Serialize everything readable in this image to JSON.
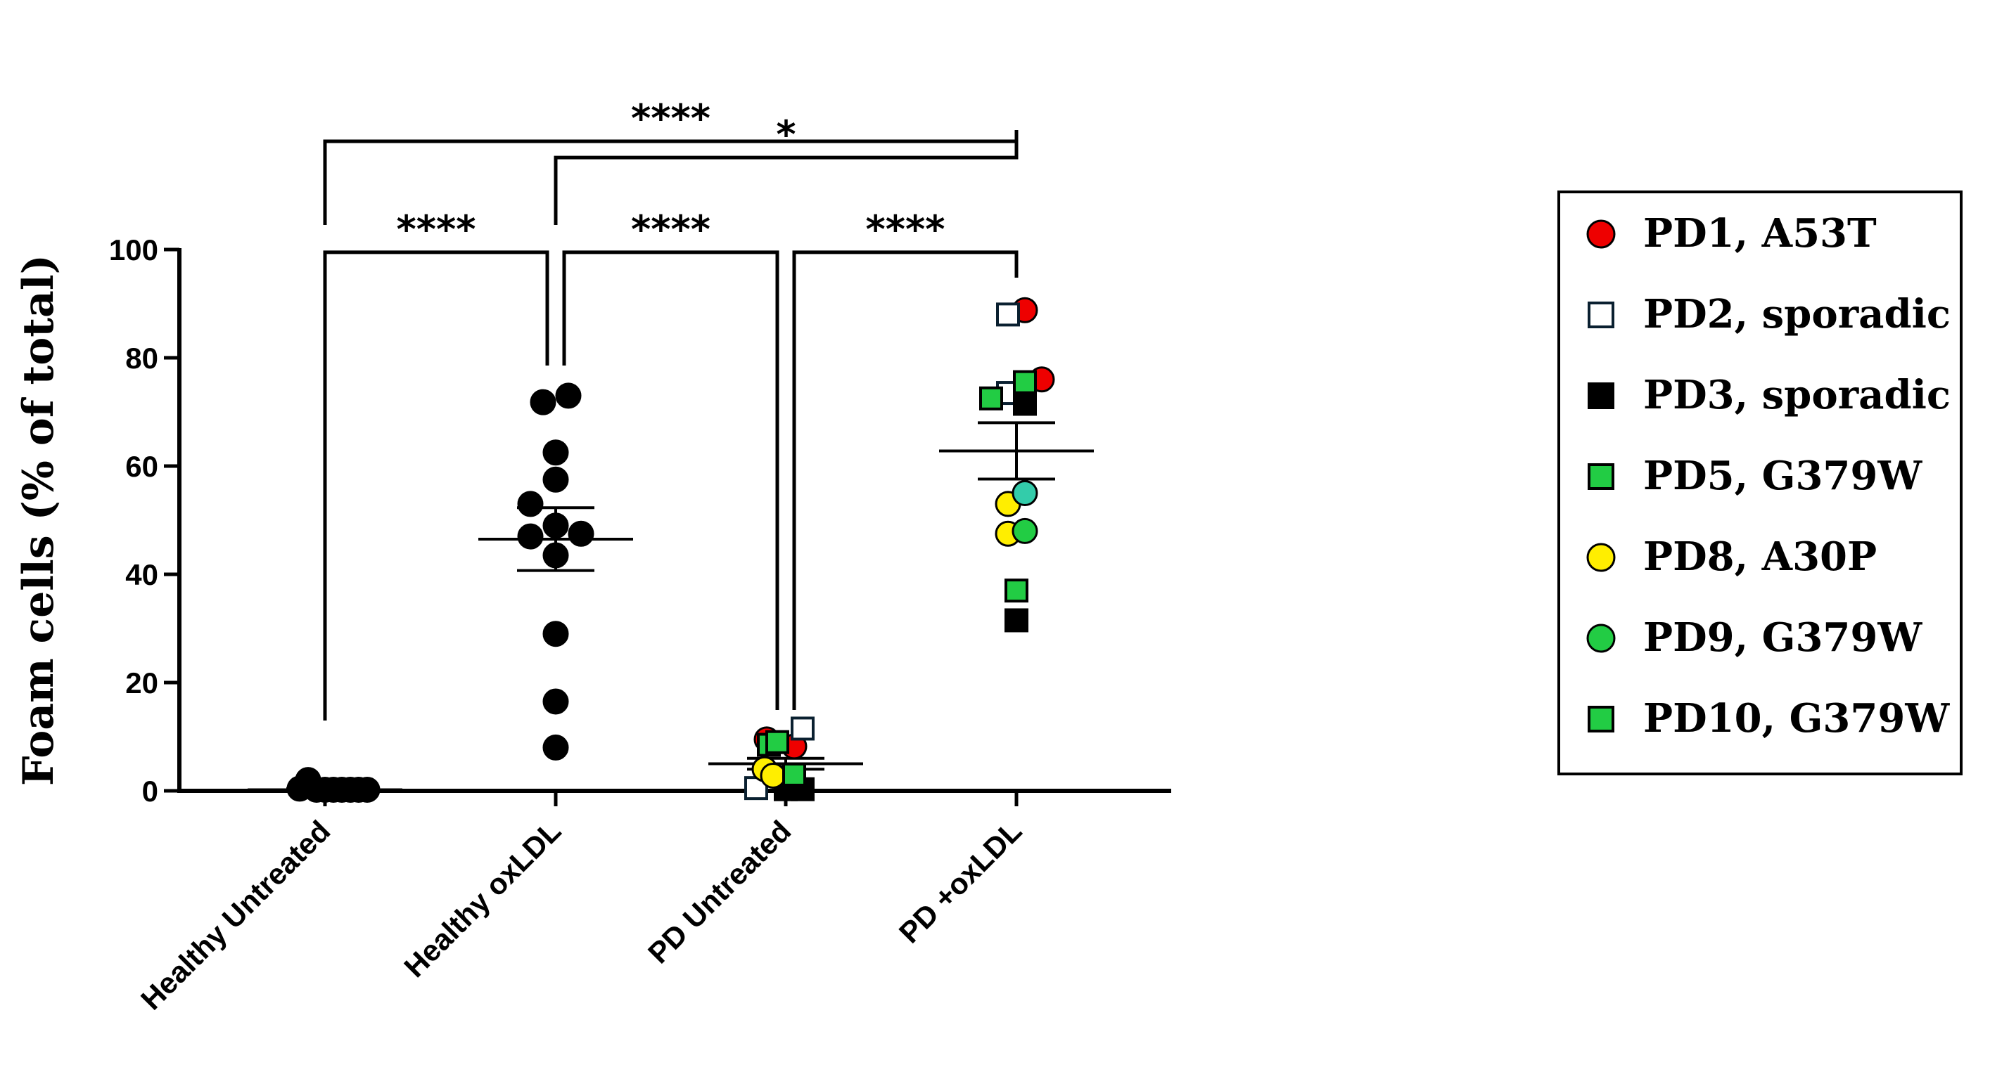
{
  "chart_data": {
    "type": "scatter",
    "title": "",
    "ylabel": "Foam cells (% of total)",
    "xlabel": "",
    "ylim": [
      0,
      100
    ],
    "yticks": [
      0,
      20,
      40,
      60,
      80,
      100
    ],
    "categories": [
      "Healthy Untreated",
      "Healthy oxLDL",
      "PD Untreated",
      "PD +oxLDL"
    ],
    "group_stats": [
      {
        "category": "Healthy Untreated",
        "mean": 0.2,
        "sem": 0.2
      },
      {
        "category": "Healthy oxLDL",
        "mean": 46.5,
        "sem": 5.8
      },
      {
        "category": "PD Untreated",
        "mean": 5.0,
        "sem": 1.0
      },
      {
        "category": "PD +oxLDL",
        "mean": 62.8,
        "sem": 5.2
      }
    ],
    "series": [
      {
        "name": "PD1, A53T",
        "color": "#ee0000",
        "marker": "circle",
        "points": [
          {
            "x": "PD Untreated",
            "y": 9.5,
            "off": -0.45
          },
          {
            "x": "PD Untreated",
            "y": 8.2,
            "off": 0.2
          },
          {
            "x": "PD +oxLDL",
            "y": 88.8,
            "off": 0.2
          },
          {
            "x": "PD +oxLDL",
            "y": 76.0,
            "off": 0.6
          }
        ]
      },
      {
        "name": "PD2, sporadic",
        "color": "#ffffff",
        "marker": "square",
        "points": [
          {
            "x": "PD Untreated",
            "y": 0.5,
            "off": -0.7
          },
          {
            "x": "PD Untreated",
            "y": 11.5,
            "off": 0.4
          },
          {
            "x": "PD +oxLDL",
            "y": 88.0,
            "off": -0.2
          },
          {
            "x": "PD +oxLDL",
            "y": 73.5,
            "off": -0.2
          }
        ]
      },
      {
        "name": "PD3, sporadic",
        "color": "#000000",
        "marker": "square",
        "points": [
          {
            "x": "PD Untreated",
            "y": 2.5,
            "off": 0.0
          },
          {
            "x": "PD Untreated",
            "y": 0.3,
            "off": 0.0
          },
          {
            "x": "PD Untreated",
            "y": 0.3,
            "off": 0.4
          },
          {
            "x": "PD +oxLDL",
            "y": 71.5,
            "off": 0.2
          },
          {
            "x": "PD +oxLDL",
            "y": 31.5,
            "off": 0.0
          }
        ]
      },
      {
        "name": "PD5, G379W",
        "color": "#22cc44",
        "marker": "square",
        "points": [
          {
            "x": "PD Untreated",
            "y": 8.5,
            "off": -0.4
          },
          {
            "x": "PD Untreated",
            "y": 9.0,
            "off": -0.2
          },
          {
            "x": "PD +oxLDL",
            "y": 72.5,
            "off": -0.6
          },
          {
            "x": "PD +oxLDL",
            "y": 75.5,
            "off": 0.2
          }
        ]
      },
      {
        "name": "PD8, A30P",
        "color": "#ffee00",
        "marker": "circle",
        "points": [
          {
            "x": "PD Untreated",
            "y": 4.0,
            "off": -0.5
          },
          {
            "x": "PD Untreated",
            "y": 2.8,
            "off": -0.3
          },
          {
            "x": "PD +oxLDL",
            "y": 53.0,
            "off": -0.2
          },
          {
            "x": "PD +oxLDL",
            "y": 47.5,
            "off": -0.2
          }
        ]
      },
      {
        "name": "PD9, G379W",
        "color": "#22cc44",
        "marker": "circle",
        "points": [
          {
            "x": "PD +oxLDL",
            "y": 48.0,
            "off": 0.2
          },
          {
            "x": "PD +oxLDL",
            "y": 55.0,
            "off": 0.2,
            "color": "#33ccaa"
          }
        ]
      },
      {
        "name": "PD10, G379W",
        "color": "#22cc44",
        "marker": "square",
        "points": [
          {
            "x": "PD Untreated",
            "y": 3.0,
            "off": 0.2
          },
          {
            "x": "PD +oxLDL",
            "y": 37.0,
            "off": 0.0
          }
        ]
      }
    ],
    "healthy_points": [
      {
        "x": "Healthy Untreated",
        "y": 0.4,
        "off": -0.6
      },
      {
        "x": "Healthy Untreated",
        "y": 2.0,
        "off": -0.4
      },
      {
        "x": "Healthy Untreated",
        "y": 0.2,
        "off": -0.2
      },
      {
        "x": "Healthy Untreated",
        "y": 0.2,
        "off": 0.0
      },
      {
        "x": "Healthy Untreated",
        "y": 0.2,
        "off": 0.2
      },
      {
        "x": "Healthy Untreated",
        "y": 0.2,
        "off": 0.4
      },
      {
        "x": "Healthy Untreated",
        "y": 0.2,
        "off": 0.6
      },
      {
        "x": "Healthy Untreated",
        "y": 0.2,
        "off": 0.8
      },
      {
        "x": "Healthy Untreated",
        "y": 0.2,
        "off": 1.0
      },
      {
        "x": "Healthy oxLDL",
        "y": 71.8,
        "off": -0.3
      },
      {
        "x": "Healthy oxLDL",
        "y": 73.0,
        "off": 0.3
      },
      {
        "x": "Healthy oxLDL",
        "y": 62.5,
        "off": 0.0
      },
      {
        "x": "Healthy oxLDL",
        "y": 57.5,
        "off": 0.0
      },
      {
        "x": "Healthy oxLDL",
        "y": 53.0,
        "off": -0.6
      },
      {
        "x": "Healthy oxLDL",
        "y": 49.0,
        "off": 0.0
      },
      {
        "x": "Healthy oxLDL",
        "y": 47.5,
        "off": 0.6
      },
      {
        "x": "Healthy oxLDL",
        "y": 47.0,
        "off": -0.6
      },
      {
        "x": "Healthy oxLDL",
        "y": 43.5,
        "off": 0.0
      },
      {
        "x": "Healthy oxLDL",
        "y": 29.0,
        "off": 0.0
      },
      {
        "x": "Healthy oxLDL",
        "y": 16.5,
        "off": 0.0
      },
      {
        "x": "Healthy oxLDL",
        "y": 8.0,
        "off": 0.0
      }
    ],
    "significance": [
      {
        "from": "Healthy Untreated",
        "to": "PD +oxLDL",
        "label": "****",
        "level": 120
      },
      {
        "from": "Healthy oxLDL",
        "to": "PD +oxLDL",
        "label": "*",
        "level": 117
      },
      {
        "from": "Healthy Untreated",
        "to": "Healthy oxLDL",
        "label": "****",
        "level": 99.5
      },
      {
        "from": "Healthy oxLDL",
        "to": "PD Untreated",
        "label": "****",
        "level": 99.5
      },
      {
        "from": "PD Untreated",
        "to": "PD +oxLDL",
        "label": "****",
        "level": 99.5
      }
    ],
    "legend": {
      "placement": "right"
    }
  }
}
